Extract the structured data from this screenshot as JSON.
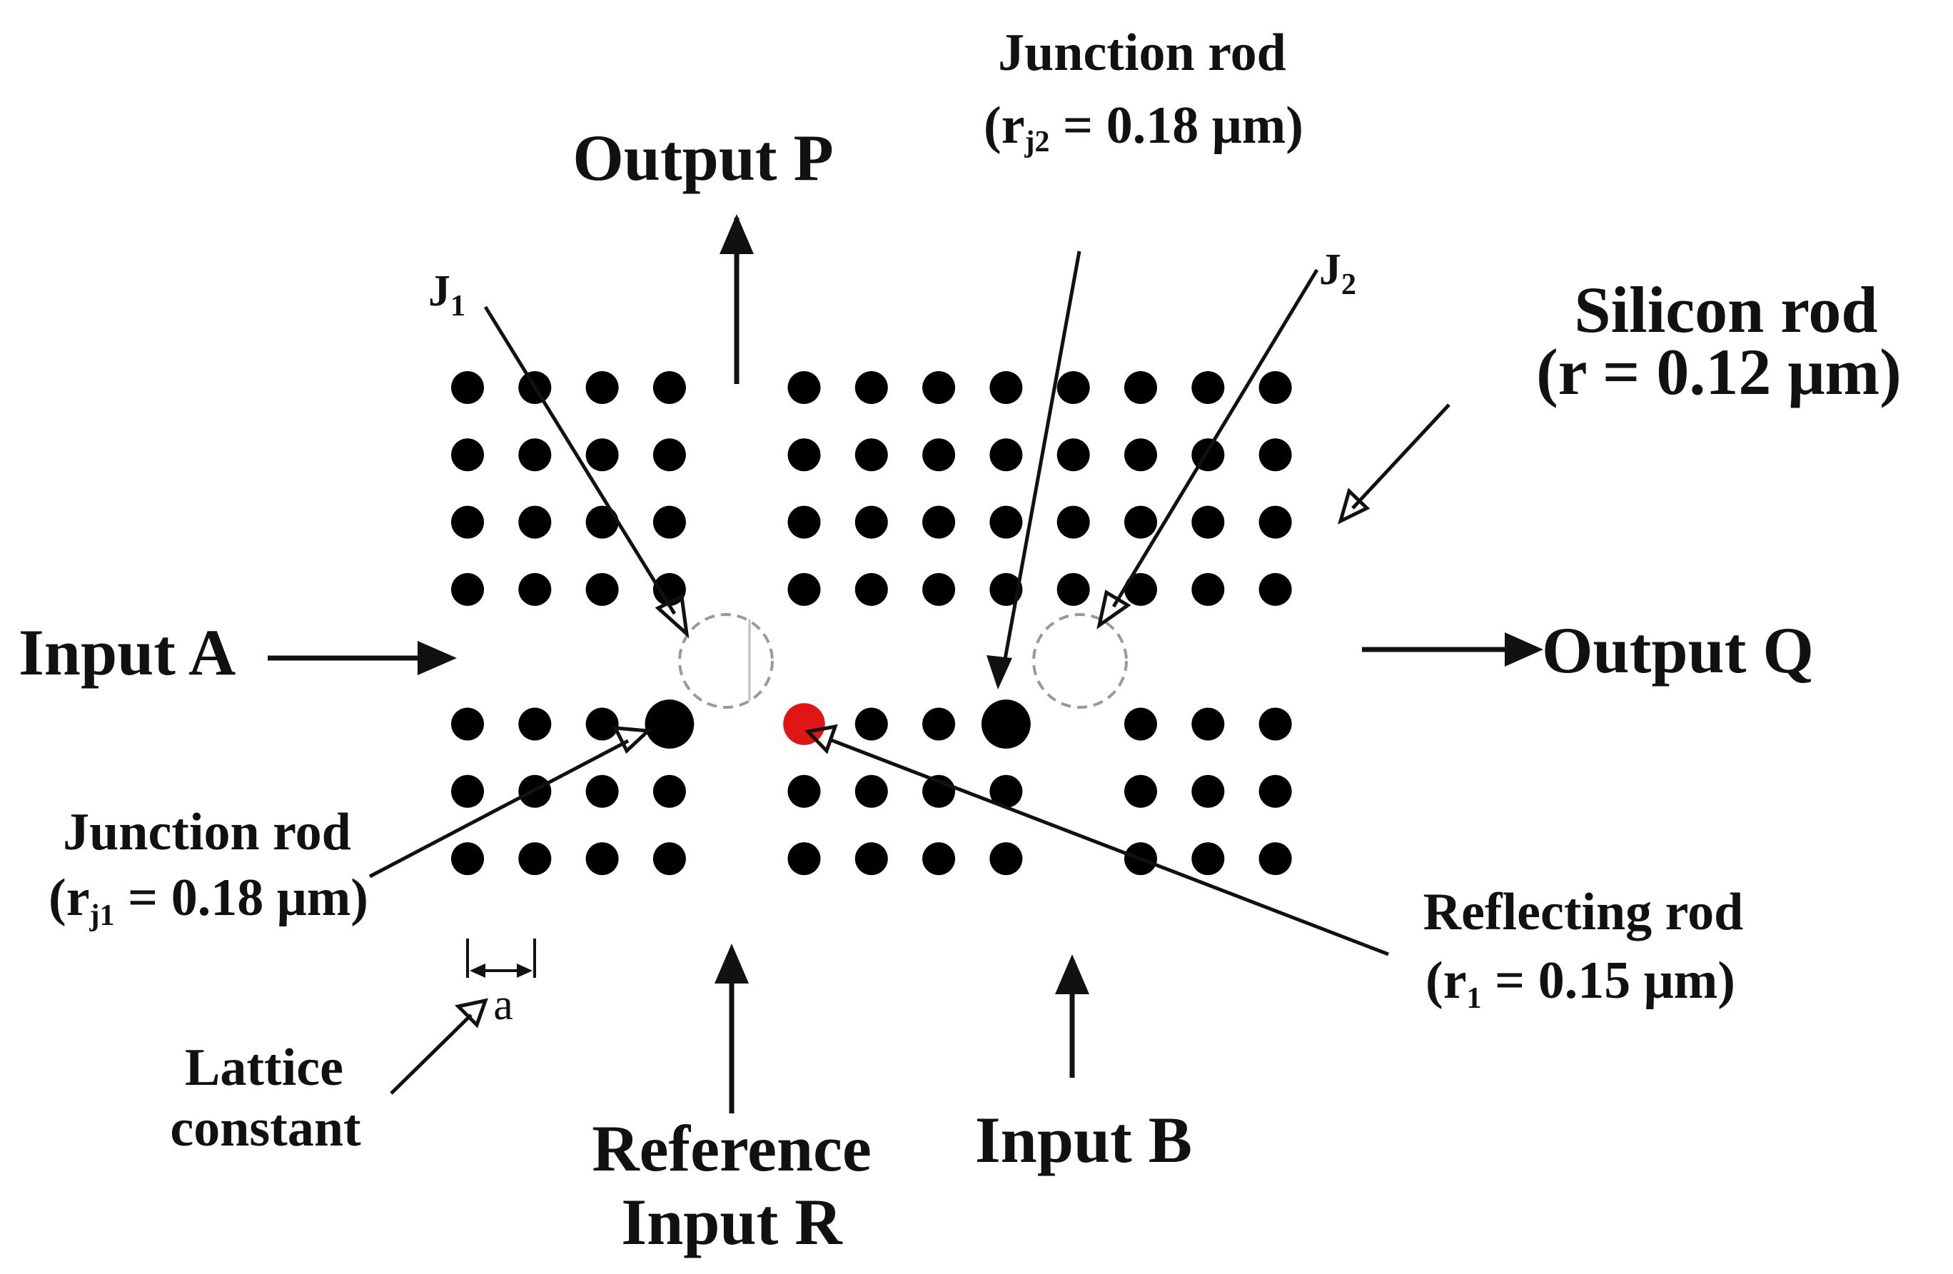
{
  "colors": {
    "rod": "#000000",
    "reflecting_rod": "#e01616",
    "text": "#111111",
    "missing_rod_outline": "#999999"
  },
  "labels": {
    "output_p": "Output P",
    "output_q": "Output Q",
    "input_a": "Input A",
    "input_b": "Input B",
    "reference_line1": "Reference",
    "reference_line2": "Input R",
    "j1": {
      "main": "J",
      "sub": "1"
    },
    "j2": {
      "main": "J",
      "sub": "2"
    },
    "junction_rod_top": {
      "title": "Junction rod",
      "open": "(r",
      "sub": "j2",
      "value": " = 0.18 μm)"
    },
    "junction_rod_left": {
      "title": "Junction rod",
      "open": "(r",
      "sub": "j1",
      "value": " = 0.18 μm)"
    },
    "silicon_rod": {
      "title": "Silicon rod",
      "value": "(r = 0.12 μm)"
    },
    "reflecting_rod": {
      "title": "Reflecting rod",
      "open": "(r",
      "sub": "1",
      "value": " = 0.15 μm)"
    },
    "lattice_constant": {
      "line1": "Lattice",
      "line2": "constant",
      "symbol": "a"
    }
  },
  "rods": {
    "silicon_radius_um": 0.12,
    "junction_radius_um": 0.18,
    "reflecting_radius_um": 0.15,
    "columns": 13,
    "rows": 8
  }
}
